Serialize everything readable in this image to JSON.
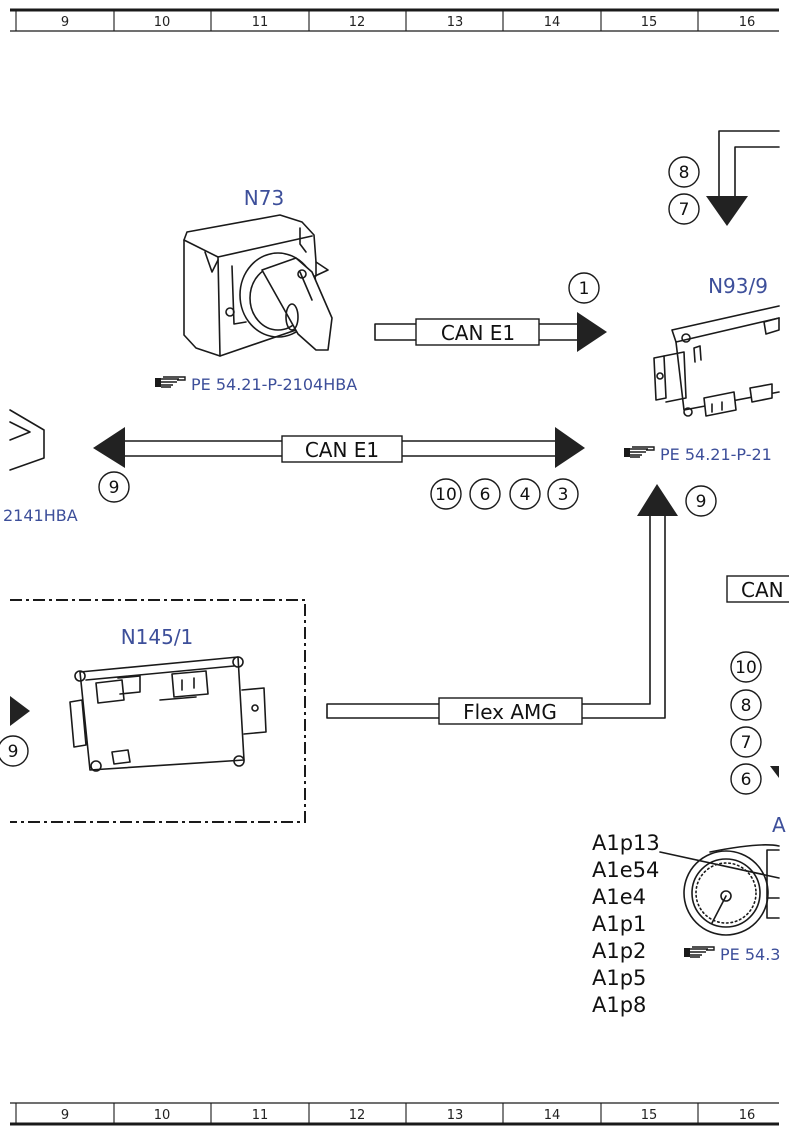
{
  "ruler": {
    "top": [
      "9",
      "10",
      "11",
      "12",
      "13",
      "14",
      "15",
      "16"
    ],
    "bottom": [
      "9",
      "10",
      "11",
      "12",
      "13",
      "14",
      "15",
      "16"
    ]
  },
  "components": {
    "n73": "N73",
    "n93_9": "N93/9",
    "n145_1": "N145/1",
    "a_partial": "A"
  },
  "references": {
    "n73_ref": "PE 54.21-P-2104HBA",
    "n93_9_ref": "PE 54.21-P-21",
    "left_ref": "2141HBA",
    "cluster_ref": "PE 54.3"
  },
  "buses": {
    "can_top": "CAN E1",
    "can_mid": "CAN E1",
    "flex": "Flex AMG",
    "can_right": "CAN"
  },
  "numbers": {
    "n8_top": "8",
    "n7_top": "7",
    "n1": "1",
    "n9_left": "9",
    "n10": "10",
    "n6": "6",
    "n4": "4",
    "n3": "3",
    "n9_right": "9",
    "n10_r": "10",
    "n8_r": "8",
    "n7_r": "7",
    "n6_r": "6",
    "n9_n145": "9"
  },
  "pins": [
    "A1p13",
    "A1e54",
    "A1e4",
    "A1p1",
    "A1p2",
    "A1p5",
    "A1p8"
  ]
}
